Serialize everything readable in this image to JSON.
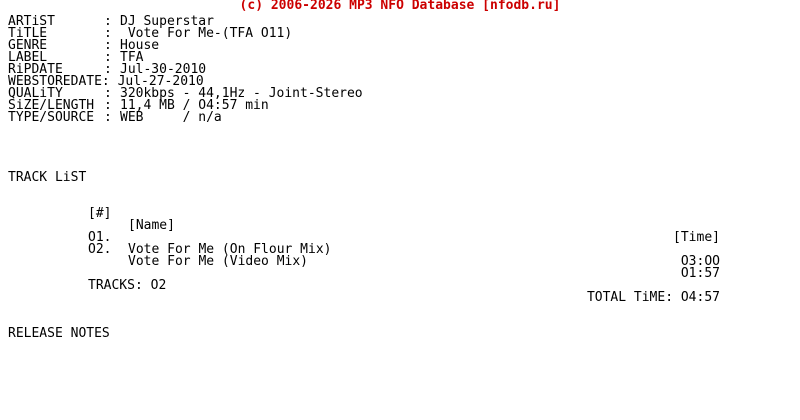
{
  "header": "(c) 2006-2026 MP3 NFO Database [nfodb.ru]",
  "info": [
    {
      "key": "ARTiST",
      "value": "DJ Superstar"
    },
    {
      "key": "TiTLE",
      "value": " Vote For Me-(TFA O11)"
    },
    {
      "key": "GENRE",
      "value": "House"
    },
    {
      "key": "LABEL",
      "value": "TFA"
    },
    {
      "key": "RiPDATE",
      "value": "Jul-30-2010"
    },
    {
      "key": "WEBSTOREDATE",
      "value": "Jul-27-2010"
    },
    {
      "key": "QUALiTY",
      "value": "320kbps - 44,1Hz - Joint-Stereo"
    },
    {
      "key": "SiZE/LENGTH",
      "value": "11,4 MB / O4:57 min"
    },
    {
      "key": "TYPE/SOURCE",
      "value": "WEB     / n/a"
    }
  ],
  "tracklist": {
    "heading": "TRACK LiST",
    "col_num": "[#]",
    "col_name": "[Name]",
    "col_time": "[Time]",
    "tracks": [
      {
        "num": "O1.",
        "name": "Vote For Me (On Flour Mix)",
        "time": "O3:OO"
      },
      {
        "num": "O2.",
        "name": "Vote For Me (Video Mix)",
        "time": "O1:57"
      }
    ],
    "count_label": "TRACKS: O2",
    "total_label": "TOTAL TiME: O4:57"
  },
  "release_notes_heading": "RELEASE NOTES",
  "colors": {
    "header": "#cc0000",
    "text": "#000000",
    "background": "#ffffff"
  }
}
